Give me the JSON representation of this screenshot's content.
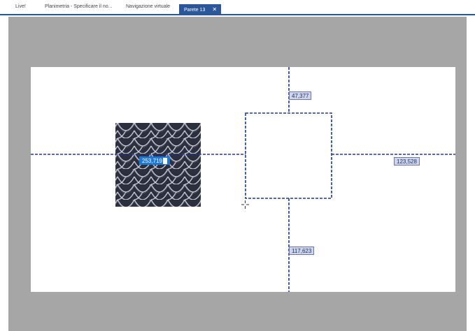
{
  "tabs": [
    {
      "label": "Live!"
    },
    {
      "label": "Planimetria - Specificare il no..."
    },
    {
      "label": "Navigazione virtuale"
    },
    {
      "label": "Parete 13",
      "close": "✕"
    }
  ],
  "dimensions": {
    "top": "47,377",
    "left": "253,719",
    "right": "123,528",
    "bottom": "117,623"
  },
  "colors": {
    "accent": "#2b579a",
    "dimension_line": "#1f3a93",
    "workspace": "#a6a6a6",
    "texture": "#2c2f3d"
  },
  "icons": {
    "cursor": "crosshair-move-icon"
  }
}
